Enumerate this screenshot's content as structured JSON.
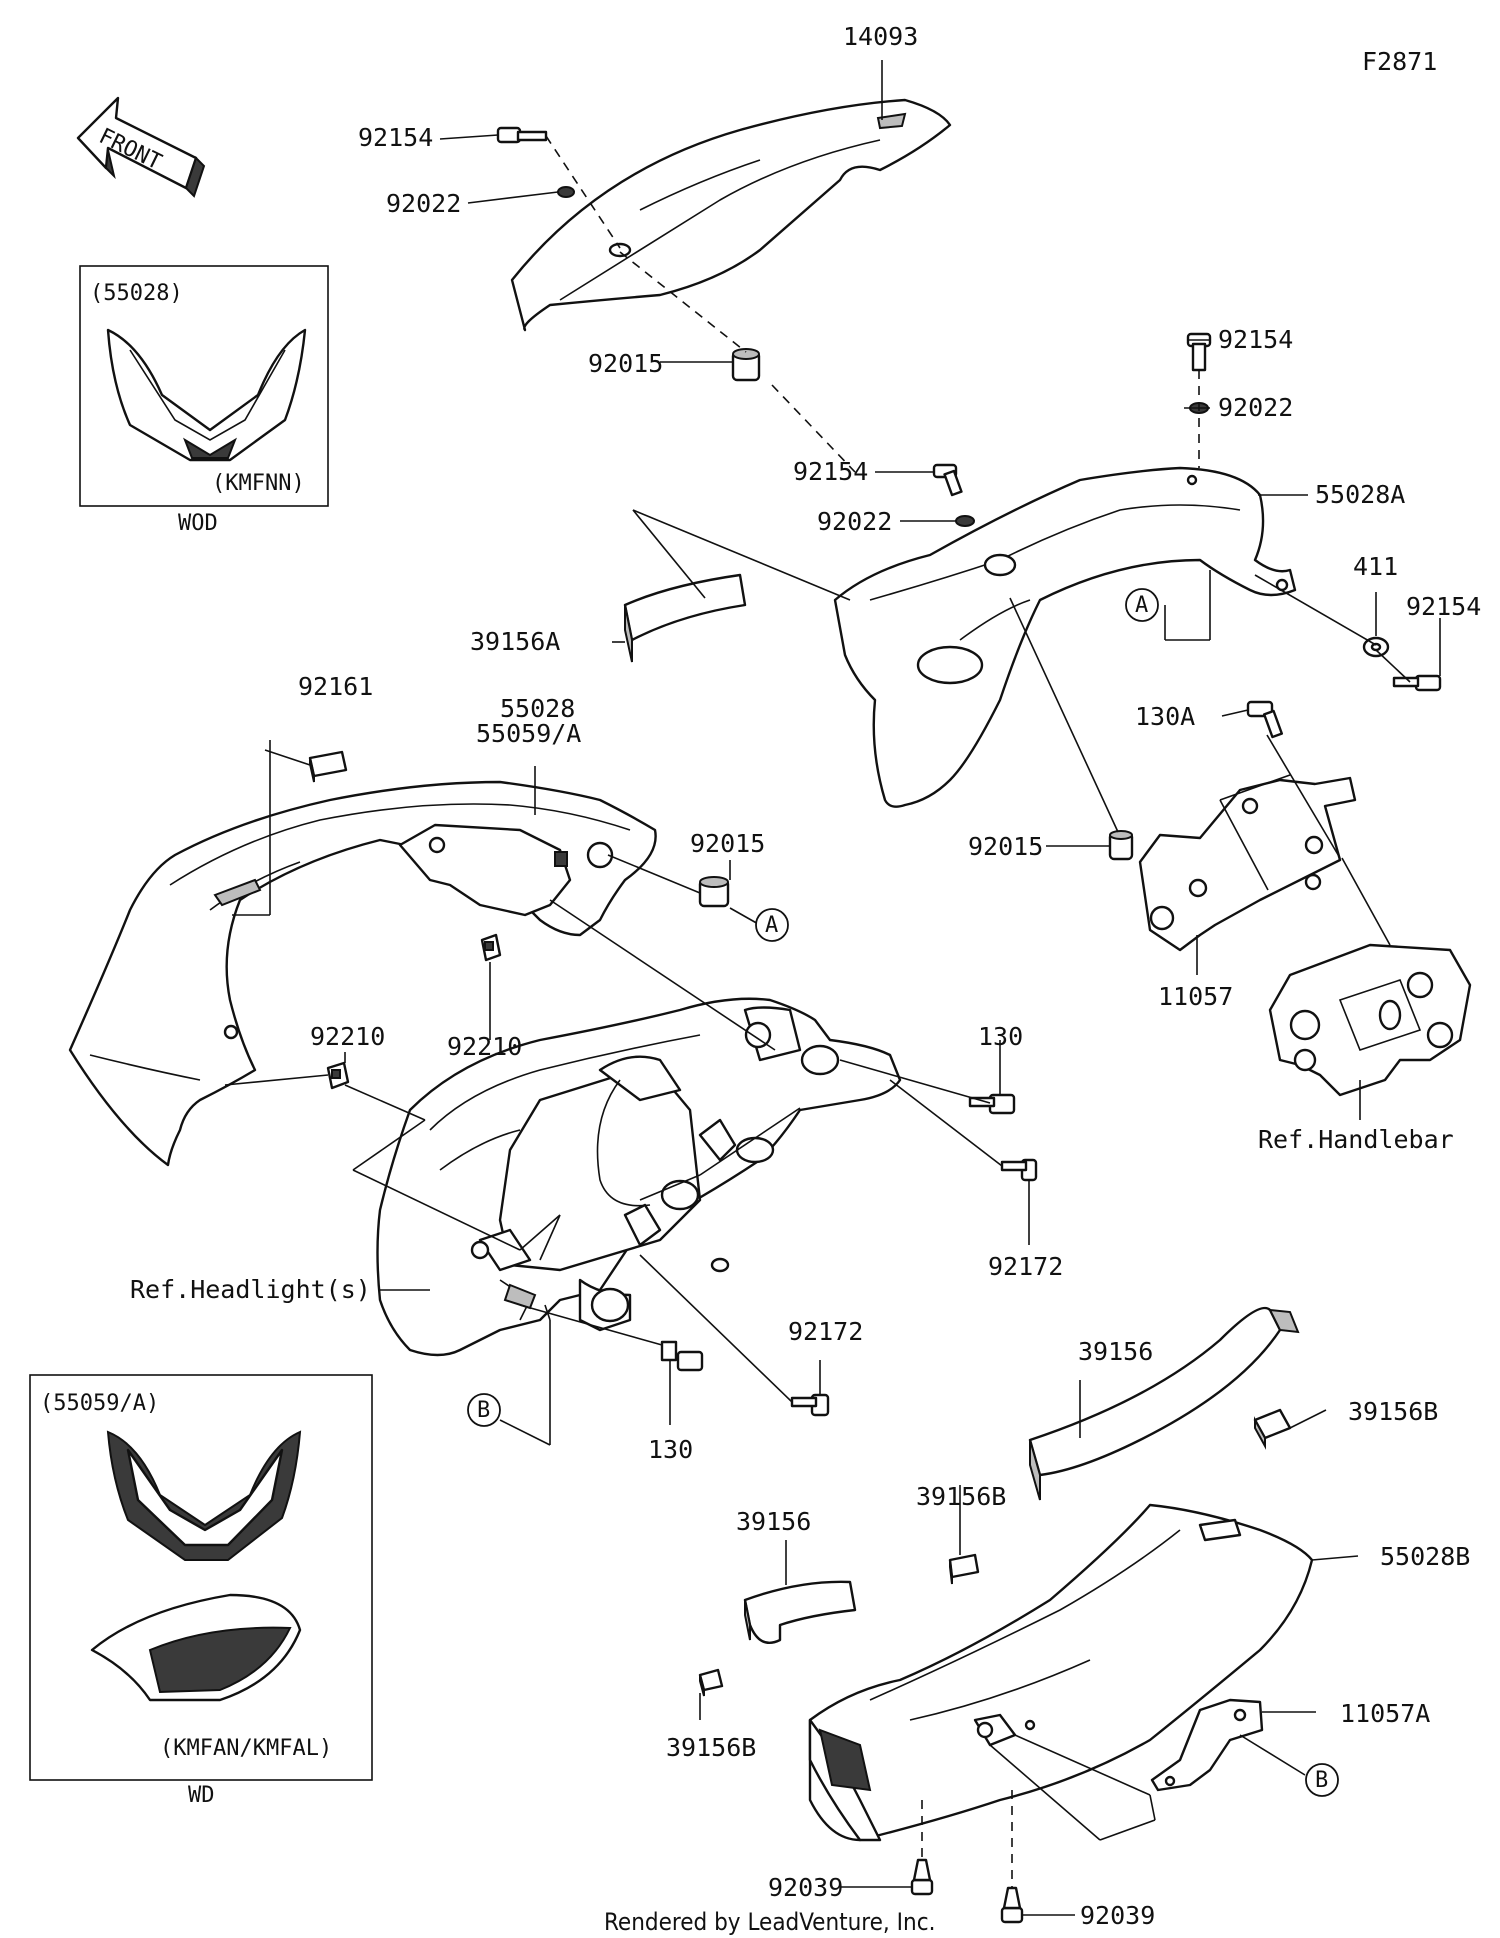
{
  "figure_code": "F2871",
  "footer": "Rendered by LeadVenture, Inc.",
  "front_arrow": "FRONT",
  "part_labels": {
    "p14093": "14093",
    "p92154_a": "92154",
    "p92022_a": "92022",
    "p92015_a": "92015",
    "p92154_b": "92154",
    "p92022_b": "92022",
    "p92154_c": "92154",
    "p92022_c": "92022",
    "p55028A": "55028A",
    "p411": "411",
    "p92154_d": "92154",
    "p39156A": "39156A",
    "p92161": "92161",
    "p55028": "55028",
    "p55059A": "55059/A",
    "p92015_b": "92015",
    "p92015_c": "92015",
    "p130A": "130A",
    "p11057": "11057",
    "p92210_a": "92210",
    "p92210_b": "92210",
    "p130_a": "130",
    "p92172_a": "92172",
    "p92172_b": "92172",
    "p130_b": "130",
    "ref_handlebar": "Ref.Handlebar",
    "ref_headlight": "Ref.Headlight(s)",
    "p39156_a": "39156",
    "p39156B_a": "39156B",
    "p39156B_b": "39156B",
    "p39156_b": "39156",
    "p55028B": "55028B",
    "p39156B_c": "39156B",
    "p11057A": "11057A",
    "p92039_a": "92039",
    "p92039_b": "92039"
  },
  "callouts": {
    "A1": "A",
    "A2": "A",
    "B1": "B",
    "B2": "B"
  },
  "inset_wod": {
    "code": "(55028)",
    "variant": "(KMFNN)",
    "caption": "WOD"
  },
  "inset_wd": {
    "code": "(55059/A)",
    "variant": "(KMFAN/KMFAL)",
    "caption": "WD"
  }
}
